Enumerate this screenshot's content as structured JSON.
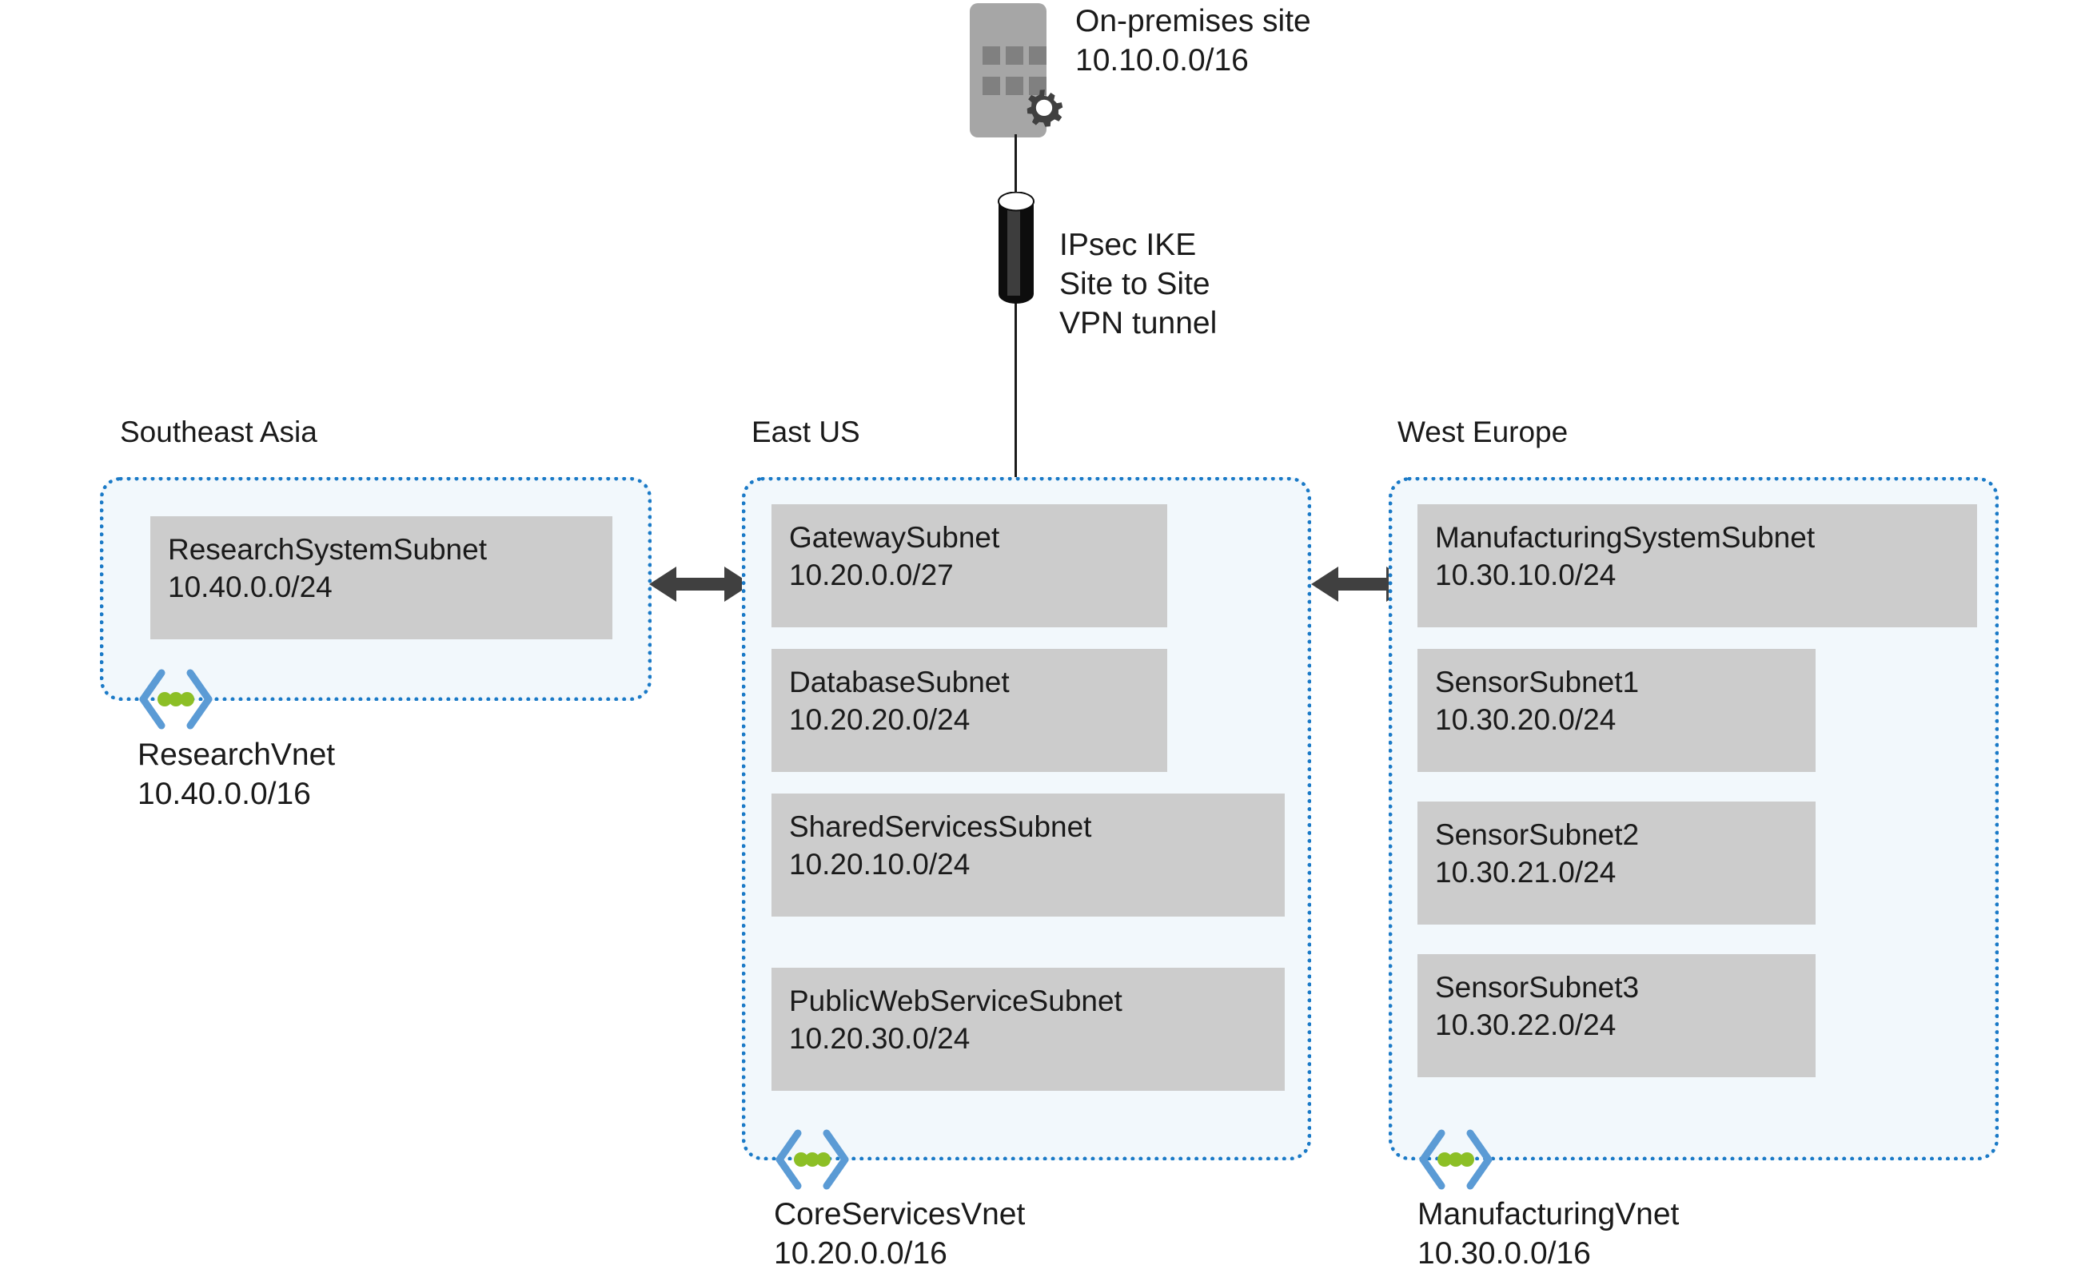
{
  "onpremises": {
    "icon": "server-building-gear-icon",
    "title": "On-premises site",
    "cidr": "10.10.0.0/16",
    "label": "On-premises site\n10.10.0.0/16"
  },
  "vpn": {
    "icon": "vpn-tunnel-cylinder-icon",
    "label": "IPsec IKE\nSite to Site\nVPN tunnel",
    "line1": "IPsec IKE",
    "line2": "Site to Site",
    "line3": "VPN tunnel"
  },
  "colors": {
    "vnet_border": "#1b7ac7",
    "vnet_fill": "#f2f8fc",
    "subnet_fill": "#cccccc",
    "arrow": "#404040",
    "building": "#a6a6a6",
    "building_window": "#808080",
    "gear": "#404040",
    "chevron": "#5b9bd5",
    "dot": "#8cbf26",
    "tunnel": "#0d0d0d",
    "text": "#1a1a1a"
  },
  "regions": [
    {
      "name": "Southeast Asia",
      "vnet_name": "ResearchVnet",
      "vnet_cidr": "10.40.0.0/16",
      "vnet_caption": "ResearchVnet\n10.40.0.0/16",
      "vnet_icon": "vnet-chevron-dots-icon",
      "subnets": [
        {
          "name": "ResearchSystemSubnet",
          "cidr": "10.40.0.0/24"
        }
      ]
    },
    {
      "name": "East US",
      "vnet_name": "CoreServicesVnet",
      "vnet_cidr": "10.20.0.0/16",
      "vnet_caption": "CoreServicesVnet\n10.20.0.0/16",
      "vnet_icon": "vnet-chevron-dots-icon",
      "subnets": [
        {
          "name": "GatewaySubnet",
          "cidr": "10.20.0.0/27"
        },
        {
          "name": "DatabaseSubnet",
          "cidr": "10.20.20.0/24"
        },
        {
          "name": "SharedServicesSubnet",
          "cidr": "10.20.10.0/24"
        },
        {
          "name": "PublicWebServiceSubnet",
          "cidr": "10.20.30.0/24"
        }
      ]
    },
    {
      "name": "West Europe",
      "vnet_name": "ManufacturingVnet",
      "vnet_cidr": "10.30.0.0/16",
      "vnet_caption": "ManufacturingVnet\n10.30.0.0/16",
      "vnet_icon": "vnet-chevron-dots-icon",
      "subnets": [
        {
          "name": "ManufacturingSystemSubnet",
          "cidr": "10.30.10.0/24"
        },
        {
          "name": "SensorSubnet1",
          "cidr": "10.30.20.0/24"
        },
        {
          "name": "SensorSubnet2",
          "cidr": "10.30.21.0/24"
        },
        {
          "name": "SensorSubnet3",
          "cidr": "10.30.22.0/24"
        }
      ]
    }
  ],
  "connections": [
    {
      "name": "peering-southeast-asia-to-east-us",
      "type": "bidirectional-arrow"
    },
    {
      "name": "peering-east-us-to-west-europe",
      "type": "bidirectional-arrow"
    },
    {
      "name": "vpn-onpremises-to-east-us",
      "type": "line"
    }
  ]
}
